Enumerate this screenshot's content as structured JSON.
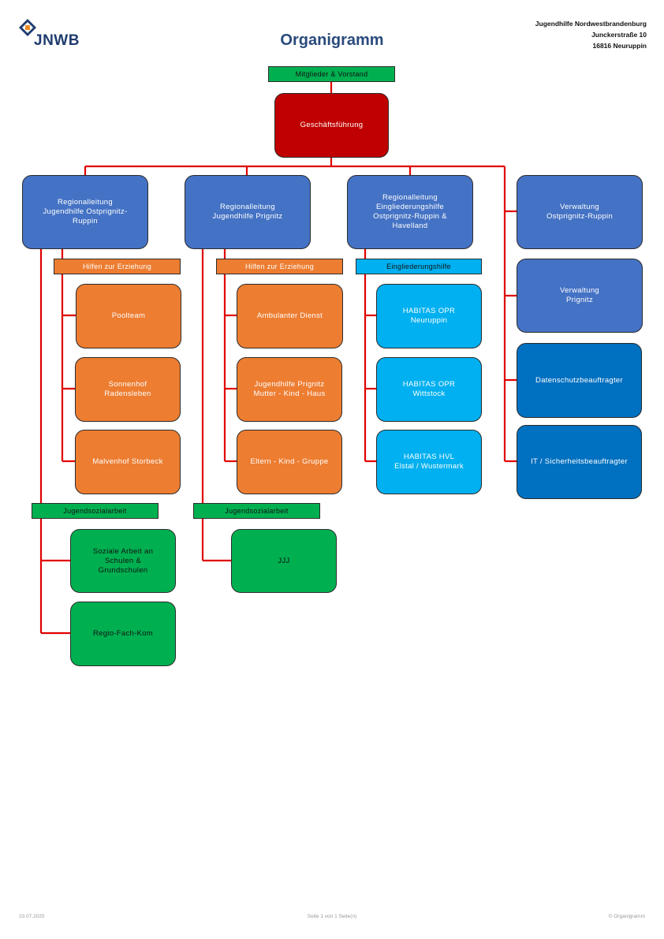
{
  "header": {
    "logo_text": "JNWB",
    "title": "Organigramm",
    "address": [
      "Jugendhilfe Nordwestbrandenburg",
      "Junckerstraße 10",
      "16816 Neuruppin"
    ]
  },
  "nodes": {
    "members": "Mitglieder & Vorstand",
    "management": "Geschäftsführung",
    "region_opr": "Regionalleitung\nJugendhilfe Ostprignitz-\nRuppin",
    "region_prignitz": "Regionalleitung\nJugendhilfe Prignitz",
    "region_eingliederung": "Regionalleitung\nEingliederungshilfe\nOstprignitz-Ruppin &\nHavelland",
    "admin_opr": "Verwaltung\nOstprignitz-Ruppin",
    "admin_prignitz": "Verwaltung\nPrignitz",
    "data_protection": "Datenschutzbeauftragter",
    "it_security": "IT / Sicherheitsbeauftragter",
    "col1_hze": "Hilfen zur Erziehung",
    "poolteam": "Poolteam",
    "sonnenhof": "Sonnenhof\nRadensleben",
    "malvenhof": "Malvenhof Storbeck",
    "col1_jsa": "Jugendsozialarbeit",
    "soziale_arbeit": "Soziale Arbeit an\nSchulen &\nGrundschulen",
    "regio": "Regio-Fach-Kom",
    "col2_hze": "Hilfen zur Erziehung",
    "ambulanter": "Ambulanter Dienst",
    "mutter_kind": "Jugendhilfe Prignitz\nMutter - Kind - Haus",
    "eltern_kind": "Eltern - Kind - Gruppe",
    "col2_jsa": "Jugendsozialarbeit",
    "jjj": "JJJ",
    "col3_eh": "Eingliederungshilfe",
    "habitas_neuruppin": "HABITAS OPR\nNeuruppin",
    "habitas_wittstock": "HABITAS OPR\nWittstock",
    "habitas_hvl": "HABITAS HVL\nElstal / Wustermark"
  },
  "footer": {
    "date": "23.07.2025",
    "page": "Seite 1 von 1 Seite(n)",
    "copyright": "© Organigramm"
  },
  "colors": {
    "connector": "#e00000",
    "management": "#c00000",
    "region": "#4472c4",
    "hze": "#ed7d31",
    "jsa": "#00b050",
    "eingliederung": "#00b0f0",
    "staff": "#0070c0"
  }
}
